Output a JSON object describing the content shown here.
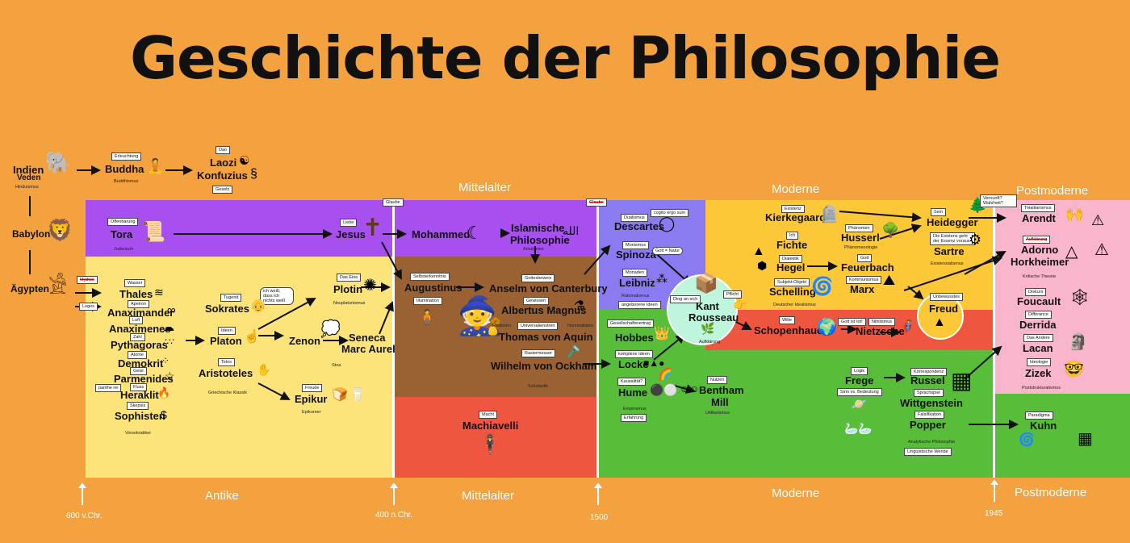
{
  "title": "Geschichte der Philosophie",
  "colors": {
    "background": "#f4a23f",
    "antike_top": "#a84ff0",
    "antike_bottom": "#fde47a",
    "mittelalter_top": "#a84ff0",
    "mittelalter_mid": "#9a6233",
    "mittelalter_bottom": "#ee5640",
    "moderne_blue": "#8a7cf0",
    "moderne_yellow": "#fdc837",
    "moderne_red": "#ee5640",
    "moderne_green": "#58bd38",
    "postmoderne": "#f9b5cc",
    "postmoderne_green": "#58bd38"
  },
  "eras_top": {
    "mittelalter": "Mittelalter",
    "moderne": "Moderne",
    "postmoderne": "Postmoderne"
  },
  "eras_bottom": {
    "antike": "Antike",
    "mittelalter": "Mittelalter",
    "moderne": "Moderne",
    "postmoderne": "Postmoderne"
  },
  "years": {
    "y600": "600 v.Chr.",
    "y400": "400 n.Chr.",
    "y1500": "1500",
    "y1945": "1945"
  },
  "origins": {
    "indien": "Indien",
    "veden": "Veden",
    "hinduismus": "Hinduismus",
    "babylon": "Babylon",
    "aegypten": "Ägypten",
    "mythos": "Mythos",
    "logos": "Logos",
    "buddha": "Buddha",
    "erleuchtung": "Erleuchtung",
    "buddhismus": "Buddhismus",
    "laozi": "Laozi",
    "konfuzius": "Konfuzius",
    "dao": "Dao",
    "gesetz": "Gesetz"
  },
  "antike": {
    "offenbarung": "Offenbarung",
    "tora": "Tora",
    "judentum": "Judentum",
    "liebe": "Liebe",
    "jesus": "Jesus",
    "wasser": "Wasser",
    "thales": "Thales",
    "apeiron": "Apeiron",
    "anaximander": "Anaximander",
    "luft": "Luft",
    "anaximenes": "Anaximenes",
    "zahl": "Zahl",
    "pythagoras": "Pythagoras",
    "atome": "Atome",
    "demokrit": "Demokrit",
    "geist": "Geist",
    "parmenides": "Parmenides",
    "pantha_rei": "panthe rei",
    "fluss": "Fluss",
    "heraklit": "Heraklit",
    "skepsis": "Skepsis",
    "sophisten": "Sophisten",
    "vorsokratiker": "Vorsokratiker",
    "tugend": "Tugend",
    "sokrates": "Sokrates",
    "bubble": "ich weiß, dass ich nichts weiß",
    "ideen": "Ideen",
    "platon": "Platon",
    "telos": "Telos",
    "aristoteles": "Aristoteles",
    "griechische_klassik": "Griechische Klassik",
    "das_eine": "Das Eine",
    "plotin": "Plotin",
    "neuplatonismus": "Neuplatonismus",
    "zenon": "Zenon",
    "seneca": "Seneca",
    "marc_aurel": "Marc Aurel",
    "stoa": "Stoa",
    "freude": "Freude",
    "epikur": "Epikur",
    "epikureer": "Epikureer"
  },
  "mittelalter": {
    "glaube": "Glaube",
    "mohammed": "Mohammed",
    "islamische_philosophie_1": "Islamische",
    "islamische_philosophie_2": "Philosophie",
    "aristoteles": "Aristoteles",
    "selbsterkenntnis": "Selbsterkenntnis",
    "augustinus": "Augustinus",
    "illumination": "Illumination",
    "gottesbeweis": "Gottesbeweis",
    "anselm": "Anselm von Canterbury",
    "gewissen": "Gewissen",
    "albertus": "Albertus Magnus",
    "realisten": "Realisten",
    "universalienstreit": "Universalienstreit",
    "nominalisten": "Nominalisten",
    "thomas": "Thomas von Aquin",
    "rasiermesser": "Rasiermesser",
    "ockham": "Wilhelm von Ockham",
    "scholastik": "Scholastik",
    "macht": "Macht",
    "machiavelli": "Machiavelli"
  },
  "moderne": {
    "glaube": "Glaube",
    "dualismus": "Dualismus",
    "descartes": "Descartes",
    "cogito": "cogito ergo sum",
    "monismus": "Monismus",
    "spinoza": "Spinoza",
    "gott_natur": "Gott = Natur",
    "monaden": "Monaden",
    "leibniz": "Leibniz",
    "rationalismus": "Rationalismus",
    "angeborene_ideen": "angeborene Ideen",
    "ding_an_sich": "Ding an sich",
    "pflicht": "Pflicht",
    "kant": "Kant",
    "rousseau": "Rousseau",
    "aufklaerung": "Aufklärung",
    "gesellschaftsvertrag": "Gesellschaftsvertrag",
    "hobbes": "Hobbes",
    "komplexe_ideen": "komplexe Ideen",
    "locke": "Locke",
    "kausalitaet": "Kausalität?",
    "hume": "Hume",
    "empirismus": "Empirismus",
    "erfahrung": "Erfahrung",
    "nutzen": "Nutzen",
    "bentham": "Bentham",
    "mill": "Mill",
    "utilitarismus": "Utilitarismus",
    "existenz": "Existenz",
    "kierkegaard": "Kierkegaard",
    "ich": "Ich",
    "fichte": "Fichte",
    "dialektik": "Dialektik",
    "hegel": "Hegel",
    "subjekt_objekt": "Subjekt-Objekt",
    "schelling": "Schelling",
    "deutscher_idealismus": "Deutscher Idealismus",
    "phaenomen": "Phänomen",
    "husserl": "Husserl",
    "phaenomenologie": "Phänomenologie",
    "gott": "Gott",
    "feuerbach": "Feuerbach",
    "kommunismus": "Kommunismus",
    "marx": "Marx",
    "sein": "Sein",
    "heidegger": "Heidegger",
    "existenz_essenz": "Die Existenz geht der Essenz voraus",
    "sartre": "Sartre",
    "existenzialismus": "Existenzialismus",
    "unbewusstes": "Unbewusstes",
    "freud": "Freud",
    "wille": "Wille",
    "schopenhauer": "Schopenhauer",
    "gott_tot": "Gott ist tot!",
    "nihilismus": "Nihilismus",
    "nietzsche": "Nietzsche",
    "logik": "Logik",
    "frege": "Frege",
    "sinn_bedeutung": "Sinn vs. Bedeutung",
    "korrespondenz": "Korrespondenz",
    "russel": "Russel",
    "sprachspiel": "Sprachspiel",
    "wittgenstein": "Wittgenstein",
    "falsifikation": "Falsifikation",
    "popper": "Popper",
    "analytische": "Analytische Philosophie",
    "linguistische": "Linguistische Wende"
  },
  "postmoderne": {
    "vernunft": "Vernunft? Wahrheit?",
    "totalitarismus": "Totalitarismus",
    "arendt": "Arendt",
    "aufklaerung": "Aufklärung",
    "adorno": "Adorno",
    "horkheimer": "Horkheimer",
    "kritische_theorie": "Kritische Theorie",
    "diskurs": "Diskurs",
    "foucault": "Foucault",
    "differance": "Différance",
    "derrida": "Derrida",
    "das_andere": "Das Andere",
    "lacan": "Lacan",
    "ideologie": "Ideologie",
    "zizek": "Zizek",
    "poststrukturalismus": "Poststrukturalismus",
    "paradigma": "Paradigma",
    "kuhn": "Kuhn"
  }
}
